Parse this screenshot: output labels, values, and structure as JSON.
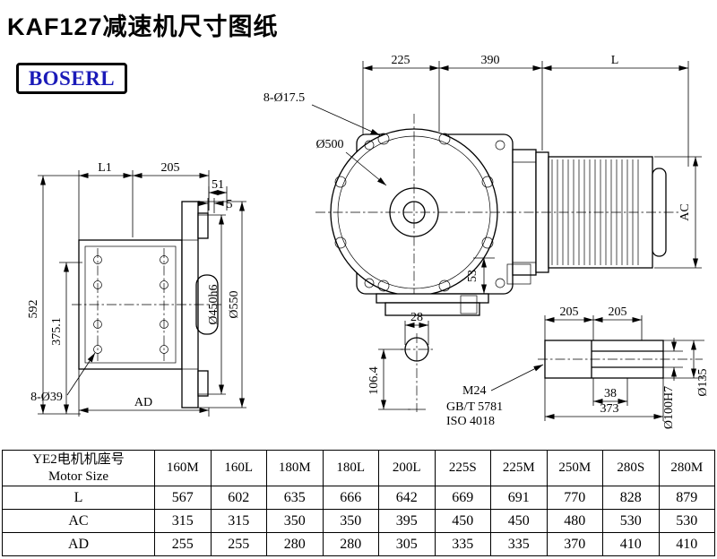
{
  "page": {
    "title": "KAF127减速机尺寸图纸",
    "brand": "BOSERL"
  },
  "front_view": {
    "dim_225": "225",
    "dim_390": "390",
    "dim_L": "L",
    "bolt_holes": "8-Ø17.5",
    "dia_500": "Ø500",
    "dim_AC": "AC",
    "dim_53": "53"
  },
  "section_view": {
    "dim_28": "28",
    "dim_106_4": "106.4"
  },
  "side_view": {
    "dim_L1": "L1",
    "dim_205": "205",
    "dim_51": "51",
    "dim_5": "5",
    "dim_592": "592",
    "dim_375_1": "375.1",
    "bolt_holes": "8-Ø39",
    "dim_AD": "AD",
    "dia_450": "Ø450h6",
    "dia_550": "Ø550"
  },
  "shaft_view": {
    "dim_205_left": "205",
    "dim_205_right": "205",
    "dim_38": "38",
    "dim_373": "373",
    "thread": "M24",
    "standard_gb": "GB/T 5781",
    "standard_iso": "ISO 4018",
    "bore": "Ø100H7",
    "dia_135": "Ø135"
  },
  "table": {
    "header_cn": "YE2电机机座号",
    "header_en": "Motor Size",
    "columns": [
      "160M",
      "160L",
      "180M",
      "180L",
      "200L",
      "225S",
      "225M",
      "250M",
      "280S",
      "280M"
    ],
    "rows": [
      {
        "label": "L",
        "values": [
          "567",
          "602",
          "635",
          "666",
          "642",
          "669",
          "691",
          "770",
          "828",
          "879"
        ]
      },
      {
        "label": "AC",
        "values": [
          "315",
          "315",
          "350",
          "350",
          "395",
          "450",
          "450",
          "480",
          "530",
          "530"
        ]
      },
      {
        "label": "AD",
        "values": [
          "255",
          "255",
          "280",
          "280",
          "305",
          "335",
          "335",
          "370",
          "410",
          "410"
        ]
      }
    ]
  },
  "colors": {
    "line": "#000000",
    "brand_text": "#1a1ab8",
    "background": "#ffffff"
  }
}
